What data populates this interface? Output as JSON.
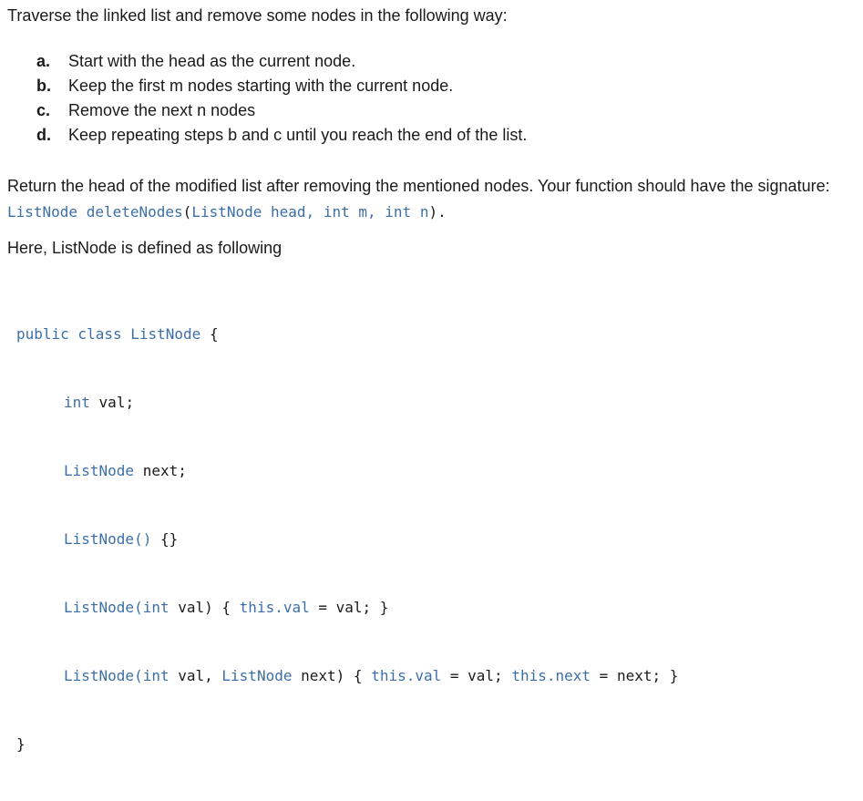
{
  "intro": "Traverse the linked list and remove some nodes in the following way:",
  "steps": [
    {
      "marker": "a.",
      "text": "Start with the head as the current node."
    },
    {
      "marker": "b.",
      "text": "Keep the first m nodes starting with the current node."
    },
    {
      "marker": "c.",
      "text": "Remove the next n nodes"
    },
    {
      "marker": "d.",
      "text": "Keep repeating steps b and c until you reach the end of the list."
    }
  ],
  "paragraph": {
    "text_before": "Return the head of the modified list after removing the mentioned nodes. Your function should have the signature: ",
    "signature": {
      "type1": "ListNode",
      "name": "deleteNodes",
      "open": "(",
      "type2": "ListNode",
      "arg1": "head,",
      "type3": "int",
      "arg2": "m,",
      "type4": "int",
      "arg3": "n",
      "close": ")."
    }
  },
  "definition_intro": "Here, ListNode is defined as following",
  "code": {
    "l1_kw": "public class",
    "l1_name": "ListNode",
    "l1_brace": "{",
    "l2_type": "int",
    "l2_rest": "val;",
    "l3_type": "ListNode",
    "l3_rest": "next;",
    "l4_name": "ListNode()",
    "l4_rest": "{}",
    "l5_name": "ListNode(int",
    "l5_mid": "val) {",
    "l5_this": "this.val",
    "l5_rest": "= val; }",
    "l6_name": "ListNode(int",
    "l6_mid1": "val,",
    "l6_type": "ListNode",
    "l6_mid2": "next) {",
    "l6_this1": "this.val",
    "l6_mid3": "= val;",
    "l6_this2": "this.next",
    "l6_rest": "= next; }",
    "l7_brace": "}"
  }
}
